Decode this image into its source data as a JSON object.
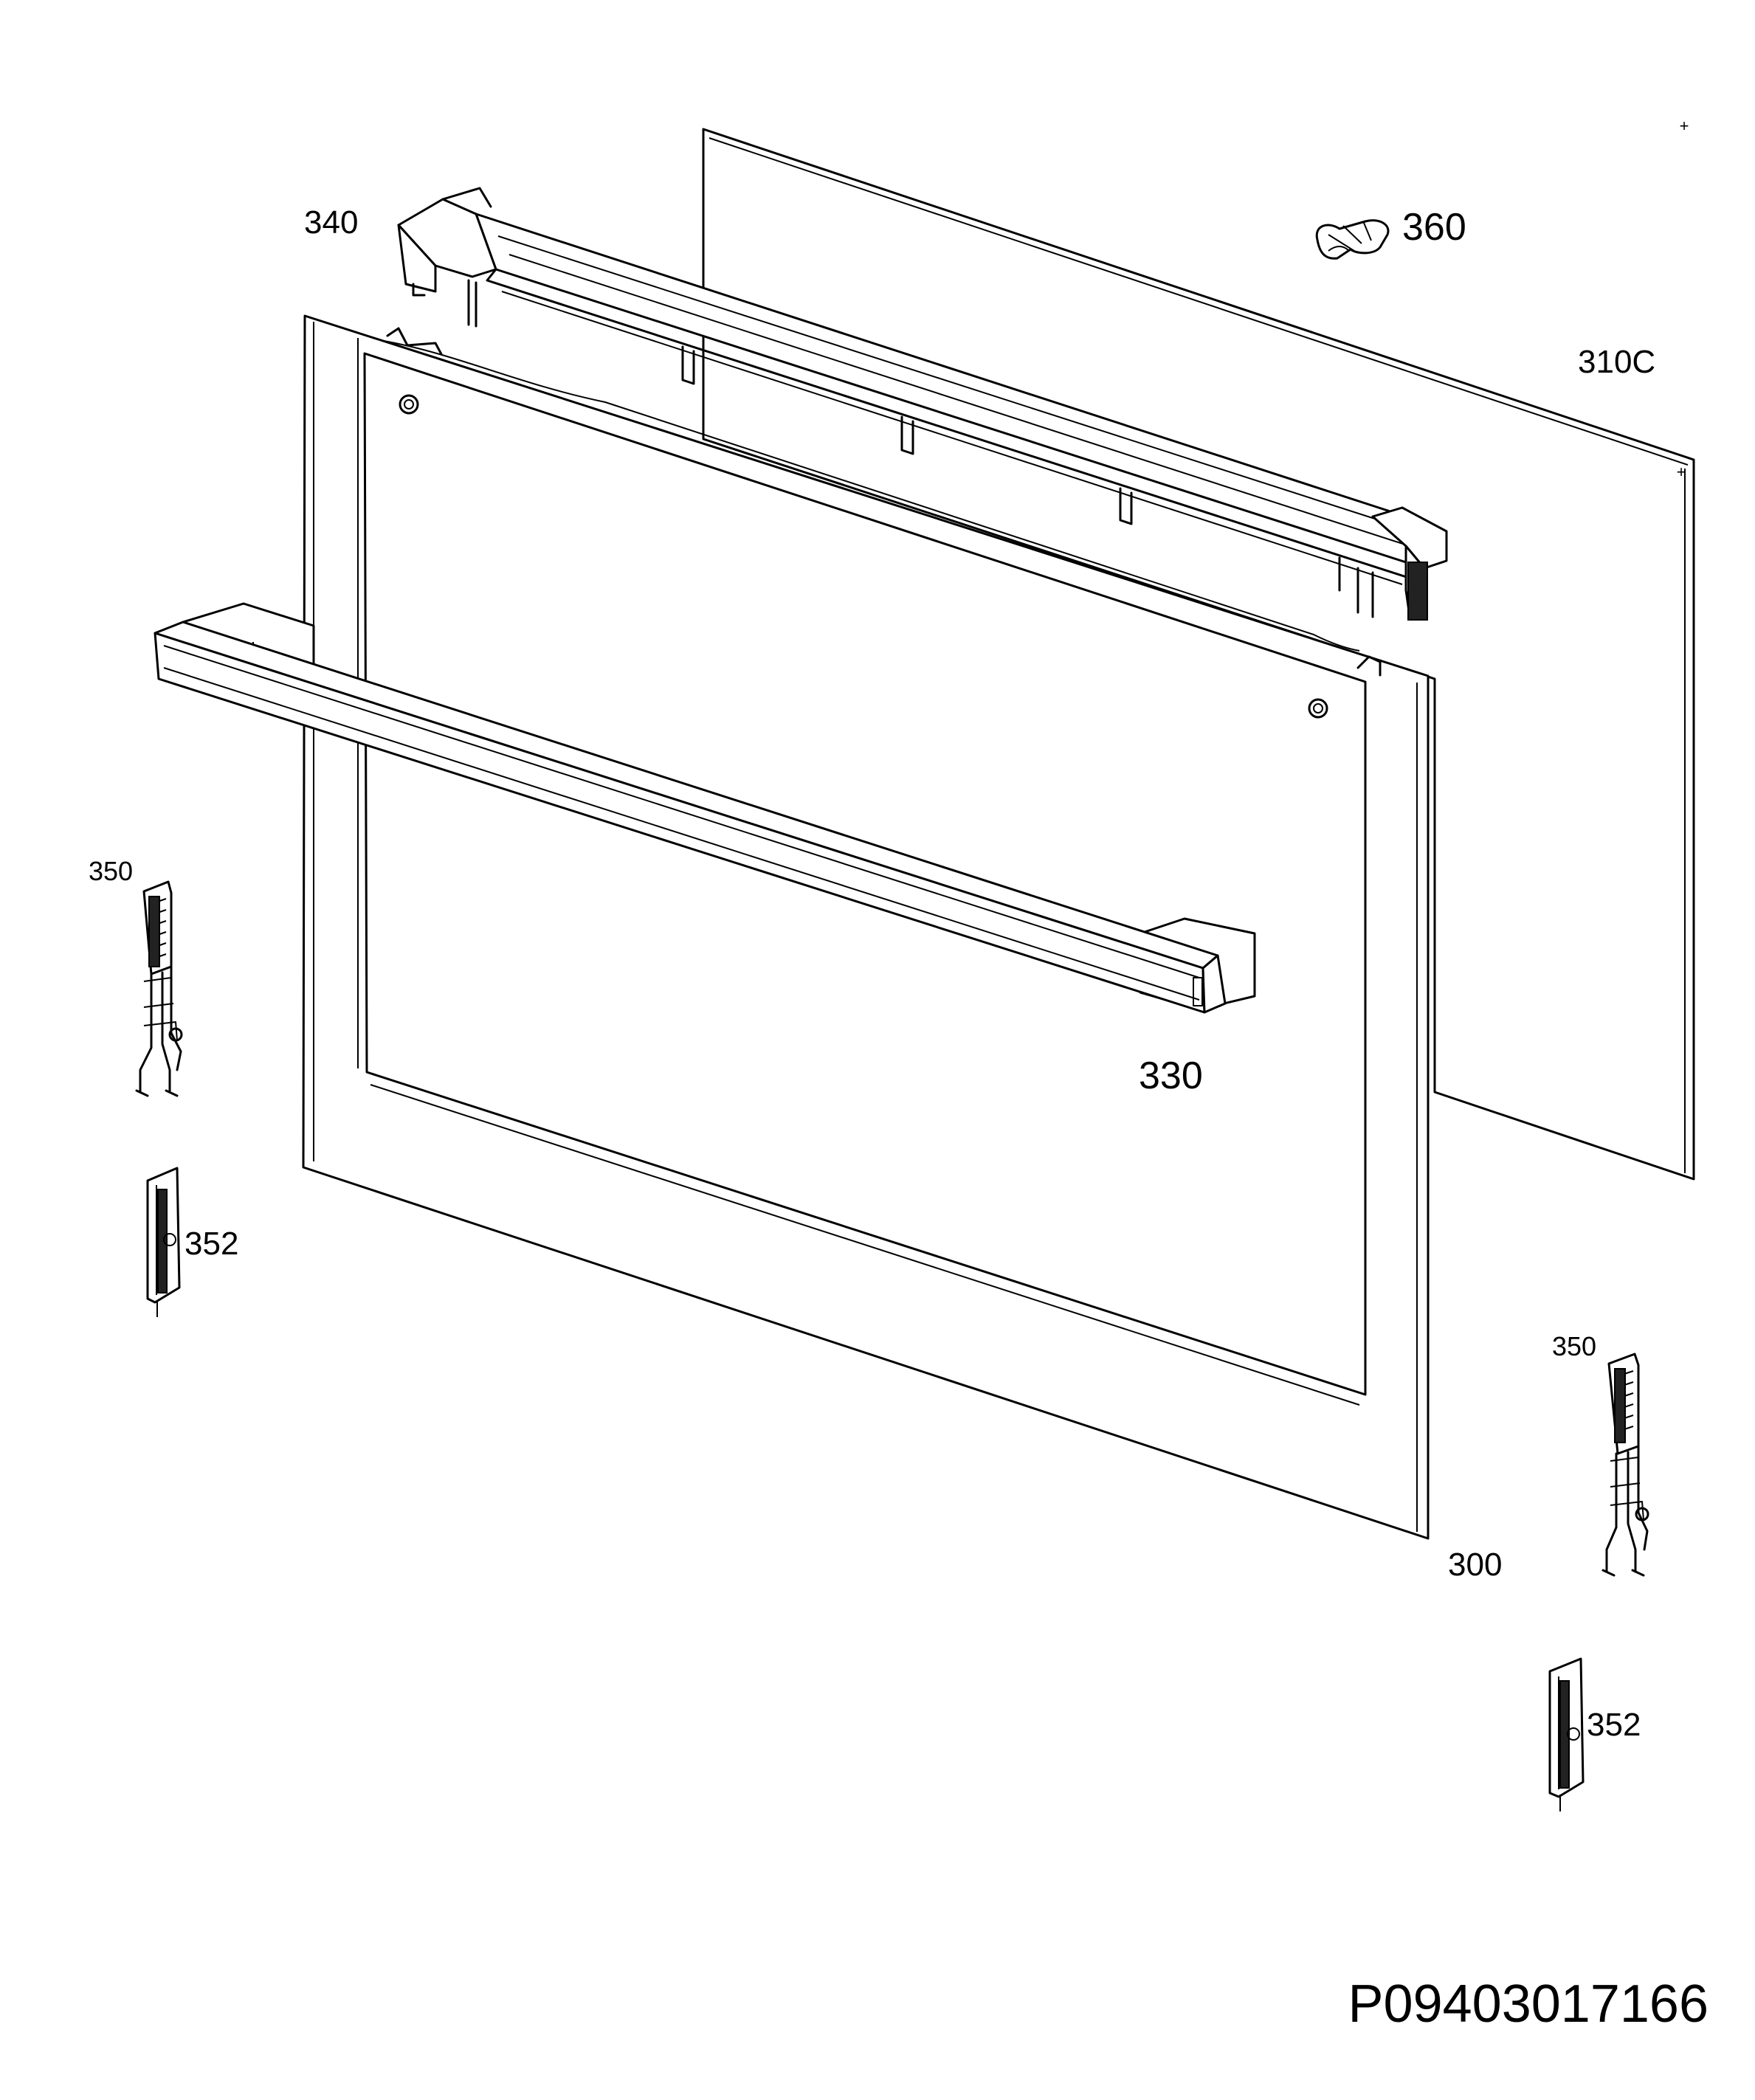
{
  "diagram": {
    "labels": {
      "p340": "340",
      "p360": "360",
      "p310c": "310C",
      "p330": "330",
      "p300": "300",
      "p350_left": "350",
      "p352_left": "352",
      "p350_right": "350",
      "p352_right": "352"
    },
    "drawing_code": "P09403017166"
  }
}
